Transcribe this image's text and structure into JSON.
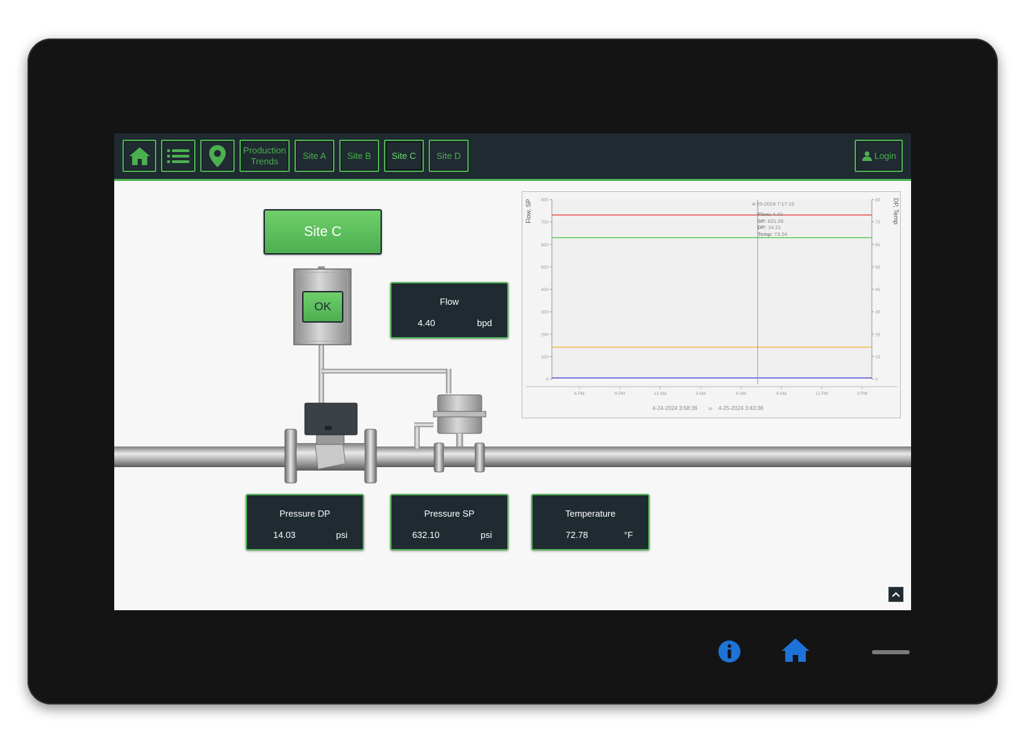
{
  "navbar": {
    "buttons": [
      {
        "name": "home-nav-button",
        "icon": "home-icon"
      },
      {
        "name": "menu-nav-button",
        "icon": "list-icon"
      },
      {
        "name": "map-nav-button",
        "icon": "map-pin-icon"
      }
    ],
    "production_trends_line1": "Production",
    "production_trends_line2": "Trends",
    "sites": [
      "Site A",
      "Site B",
      "Site C",
      "Site D"
    ],
    "active_site": "Site C",
    "login_label": "Login",
    "accent_color": "#4caf50",
    "bar_color": "#1f2a31"
  },
  "main": {
    "title": "Site C",
    "status_label": "OK",
    "flow": {
      "label": "Flow",
      "value": "4.40",
      "unit": "bpd"
    },
    "pressure_dp": {
      "label": "Pressure DP",
      "value": "14.03",
      "unit": "psi"
    },
    "pressure_sp": {
      "label": "Pressure SP",
      "value": "632.10",
      "unit": "psi"
    },
    "temperature": {
      "label": "Temperature",
      "value": "72.78",
      "unit": "°F"
    }
  },
  "chart_data": {
    "type": "line",
    "title": "",
    "ylabel": "Flow, SP",
    "y2label": "DP, Temp",
    "ylim": [
      0,
      800
    ],
    "y2lim": [
      0,
      80
    ],
    "y_ticks": [
      0,
      100,
      200,
      300,
      400,
      500,
      600,
      700,
      800
    ],
    "y2_ticks": [
      0,
      10,
      20,
      30,
      40,
      50,
      60,
      70,
      80
    ],
    "x_ticks": [
      "6 PM",
      "9 PM",
      "12 AM",
      "3 AM",
      "6 AM",
      "9 AM",
      "12 PM",
      "3 PM"
    ],
    "range_start": "4-24-2024  3:58:36",
    "range_to": "to",
    "range_end": "4-25-2024  3:43:36",
    "series": [
      {
        "name": "SP",
        "color": "#e53935",
        "axis": "left",
        "value": 731
      },
      {
        "name": "Temp",
        "color": "#43c843",
        "axis": "right",
        "value": 63
      },
      {
        "name": "DP",
        "color": "#f5a623",
        "axis": "right",
        "value": 14.2
      },
      {
        "name": "Flow",
        "color": "#3a3ae0",
        "axis": "left",
        "value": 5
      }
    ],
    "tooltip": {
      "time": "4-25-2024 7:17:15",
      "rows": [
        {
          "key": "Flow:",
          "value": "4.40"
        },
        {
          "key": "SP:",
          "value": "631.09"
        },
        {
          "key": "DP:",
          "value": "14.21"
        },
        {
          "key": "Temp:",
          "value": "73.24"
        }
      ]
    }
  },
  "hardware": {
    "info_icon": "info-icon",
    "home_icon": "home-icon",
    "info_color": "#1e73d8"
  }
}
